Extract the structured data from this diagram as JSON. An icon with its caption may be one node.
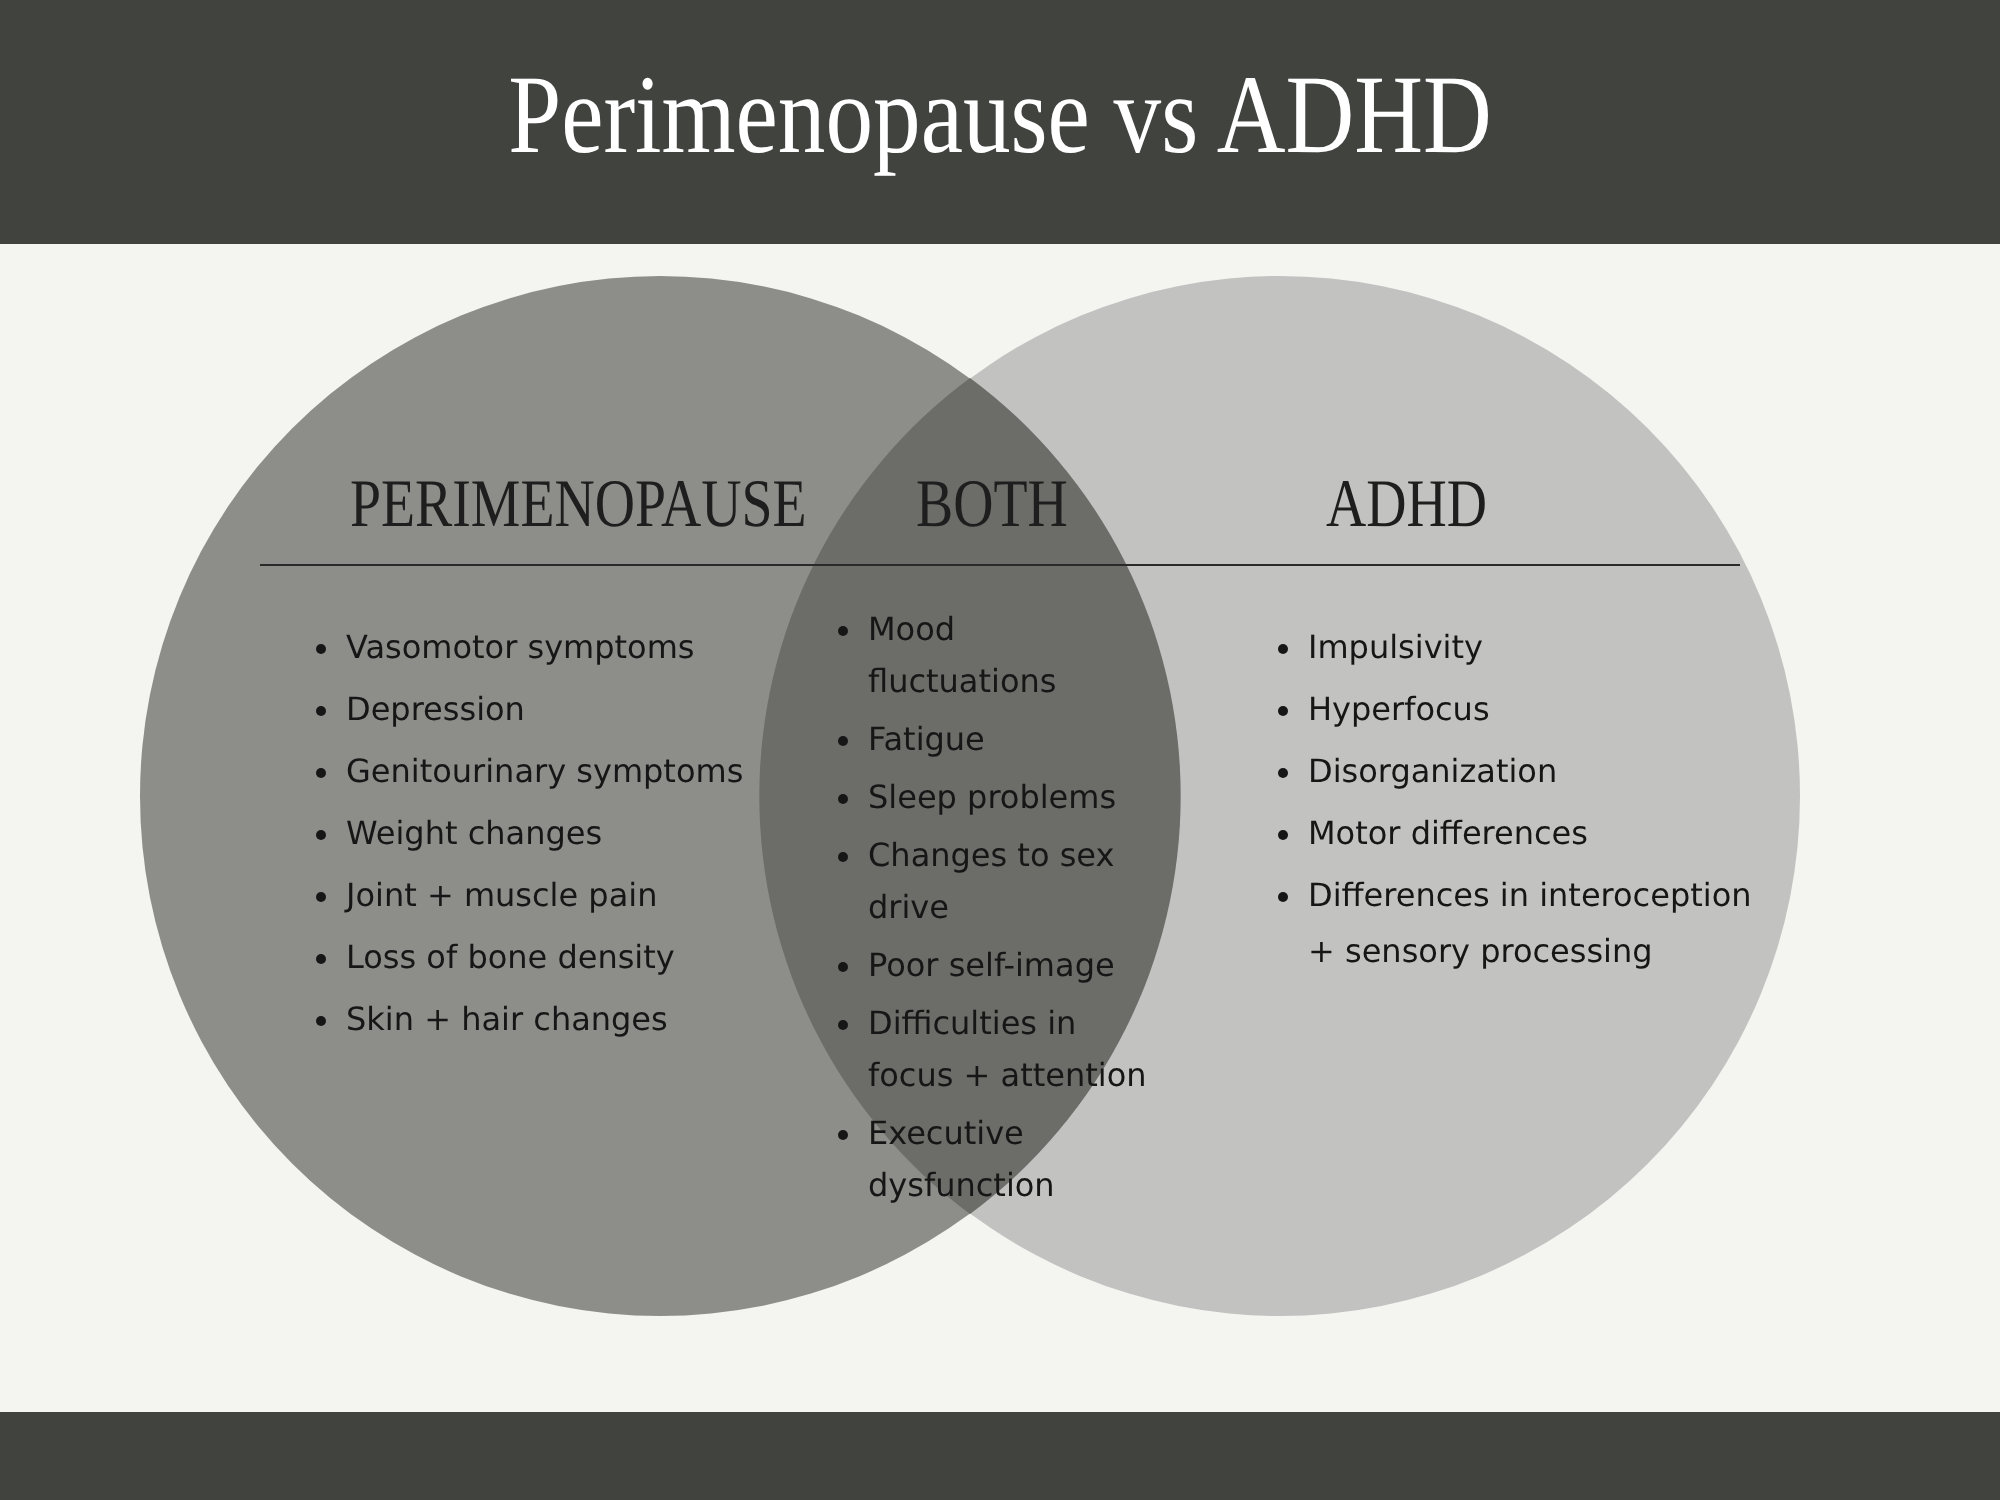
{
  "diagram": {
    "title": "Perimenopause vs ADHD",
    "nodes": [
      {
        "text": [
          "PERIMENOPAUSE",
          "Vasomotor symptoms",
          "Depression",
          "Genitourinary symptoms",
          "Weight changes",
          "Joint + muscle pain",
          "Loss of bone density",
          "Skin + hair changes"
        ]
      },
      {
        "text": [
          "ADHD",
          "Impulsivity",
          "Hyperfocus",
          "Disorganization",
          "Motor differences",
          "Differences in interoception + sensory processing"
        ]
      },
      {
        "text": [
          "BOTH",
          "Mood fluctuations",
          "Fatigue",
          "Sleep problems",
          "Changes to sex drive",
          "Poor self-image",
          "Difficulties in focus + attention",
          "Executive dysfunction"
        ]
      }
    ]
  }
}
